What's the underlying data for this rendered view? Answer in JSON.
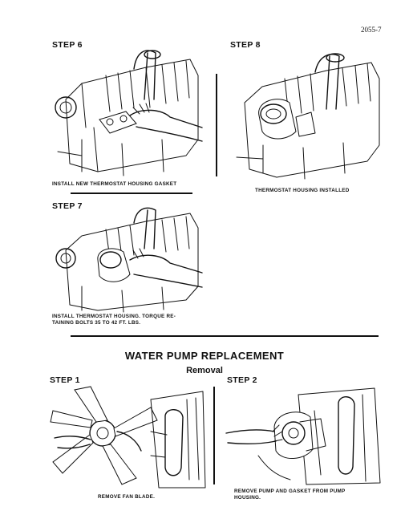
{
  "page_number": "2055-7",
  "steps": {
    "step6": {
      "label": "STEP 6",
      "caption": "INSTALL NEW THERMOSTAT HOUSING GASKET"
    },
    "step7": {
      "label": "STEP 7",
      "caption": "INSTALL THERMOSTAT HOUSING. TORQUE RE-\nTAINING BOLTS 35 TO 42 FT. LBS."
    },
    "step8": {
      "label": "STEP 8",
      "caption": "THERMOSTAT HOUSING INSTALLED"
    }
  },
  "section": {
    "title": "WATER PUMP REPLACEMENT",
    "subtitle": "Removal",
    "step1": {
      "label": "STEP 1",
      "caption": "REMOVE FAN BLADE."
    },
    "step2": {
      "label": "STEP 2",
      "caption": "REMOVE PUMP AND GASKET FROM PUMP\nHOUSING."
    }
  },
  "illustrations": {
    "step6": "engine-thermostat-gasket-illustration",
    "step7": "engine-thermostat-housing-illustration",
    "step8": "engine-thermostat-installed-illustration",
    "step1": "fan-blade-removal-illustration",
    "step2": "water-pump-removal-illustration"
  }
}
